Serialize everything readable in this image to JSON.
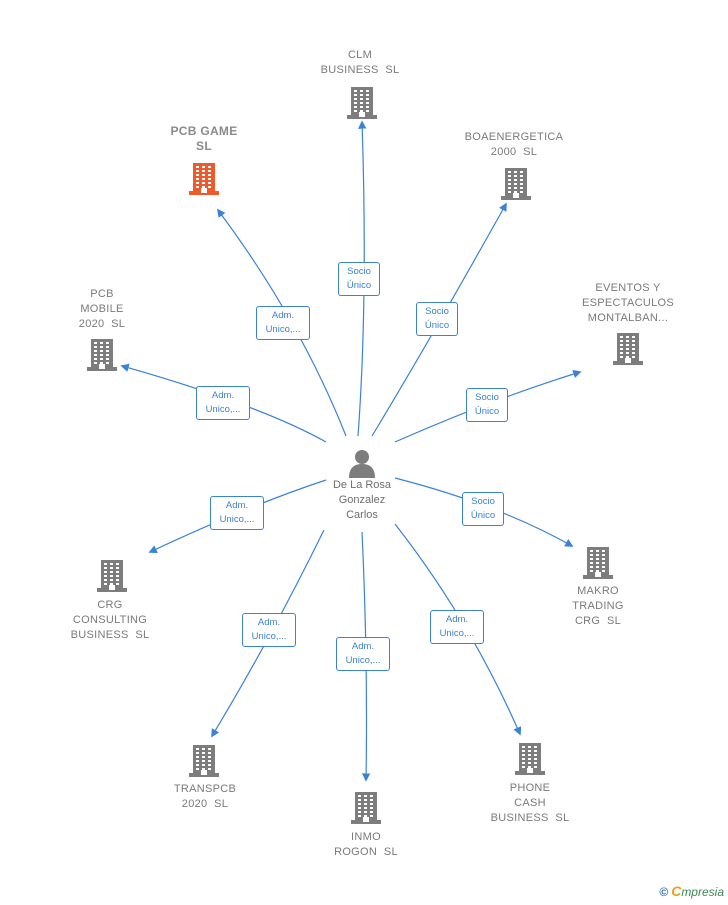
{
  "colors": {
    "edge": "#3b82d6",
    "building": "#7d7d7d",
    "building_focus": "#f05a2a",
    "person": "#7d7d7d"
  },
  "center": {
    "name_lines": [
      "De La Rosa",
      "Gonzalez",
      "Carlos"
    ],
    "icon": "person-icon"
  },
  "companies": [
    {
      "id": "clm",
      "lines": [
        "CLM",
        "BUSINESS  SL"
      ],
      "icon": "building-icon",
      "focus": false
    },
    {
      "id": "pcb-game",
      "lines": [
        "PCB GAME",
        "SL"
      ],
      "icon": "building-icon",
      "focus": true
    },
    {
      "id": "boaenergetica",
      "lines": [
        "BOAENERGETICA",
        "2000  SL"
      ],
      "icon": "building-icon",
      "focus": false
    },
    {
      "id": "pcb-mobile",
      "lines": [
        "PCB",
        "MOBILE",
        "2020  SL"
      ],
      "icon": "building-icon",
      "focus": false
    },
    {
      "id": "eventos",
      "lines": [
        "EVENTOS Y",
        "ESPECTACULOS",
        "MONTALBAN..."
      ],
      "icon": "building-icon",
      "focus": false
    },
    {
      "id": "crg",
      "lines": [
        "CRG",
        "CONSULTING",
        "BUSINESS  SL"
      ],
      "icon": "building-icon",
      "focus": false
    },
    {
      "id": "makro",
      "lines": [
        "MAKRO",
        "TRADING",
        "CRG  SL"
      ],
      "icon": "building-icon",
      "focus": false
    },
    {
      "id": "transpcb",
      "lines": [
        "TRANSPCB",
        "2020  SL"
      ],
      "icon": "building-icon",
      "focus": false
    },
    {
      "id": "phone",
      "lines": [
        "PHONE",
        "CASH",
        "BUSINESS  SL"
      ],
      "icon": "building-icon",
      "focus": false
    },
    {
      "id": "inmo",
      "lines": [
        "INMO",
        "ROGON  SL"
      ],
      "icon": "building-icon",
      "focus": false
    }
  ],
  "relations": [
    {
      "to": "clm",
      "label_lines": [
        "Socio",
        "Único"
      ]
    },
    {
      "to": "pcb-game",
      "label_lines": [
        "Adm.",
        "Unico,..."
      ]
    },
    {
      "to": "boaenergetica",
      "label_lines": [
        "Socio",
        "Único"
      ]
    },
    {
      "to": "pcb-mobile",
      "label_lines": [
        "Adm.",
        "Unico,..."
      ]
    },
    {
      "to": "eventos",
      "label_lines": [
        "Socio",
        "Único"
      ]
    },
    {
      "to": "crg",
      "label_lines": [
        "Adm.",
        "Unico,..."
      ]
    },
    {
      "to": "makro",
      "label_lines": [
        "Socio",
        "Único"
      ]
    },
    {
      "to": "transpcb",
      "label_lines": [
        "Adm.",
        "Unico,..."
      ]
    },
    {
      "to": "phone",
      "label_lines": [
        "Adm.",
        "Unico,..."
      ]
    },
    {
      "to": "inmo",
      "label_lines": [
        "Adm.",
        "Unico,..."
      ]
    }
  ],
  "footer": {
    "copyright": "©",
    "brand_initial": "C",
    "brand_rest": "mpresia"
  }
}
